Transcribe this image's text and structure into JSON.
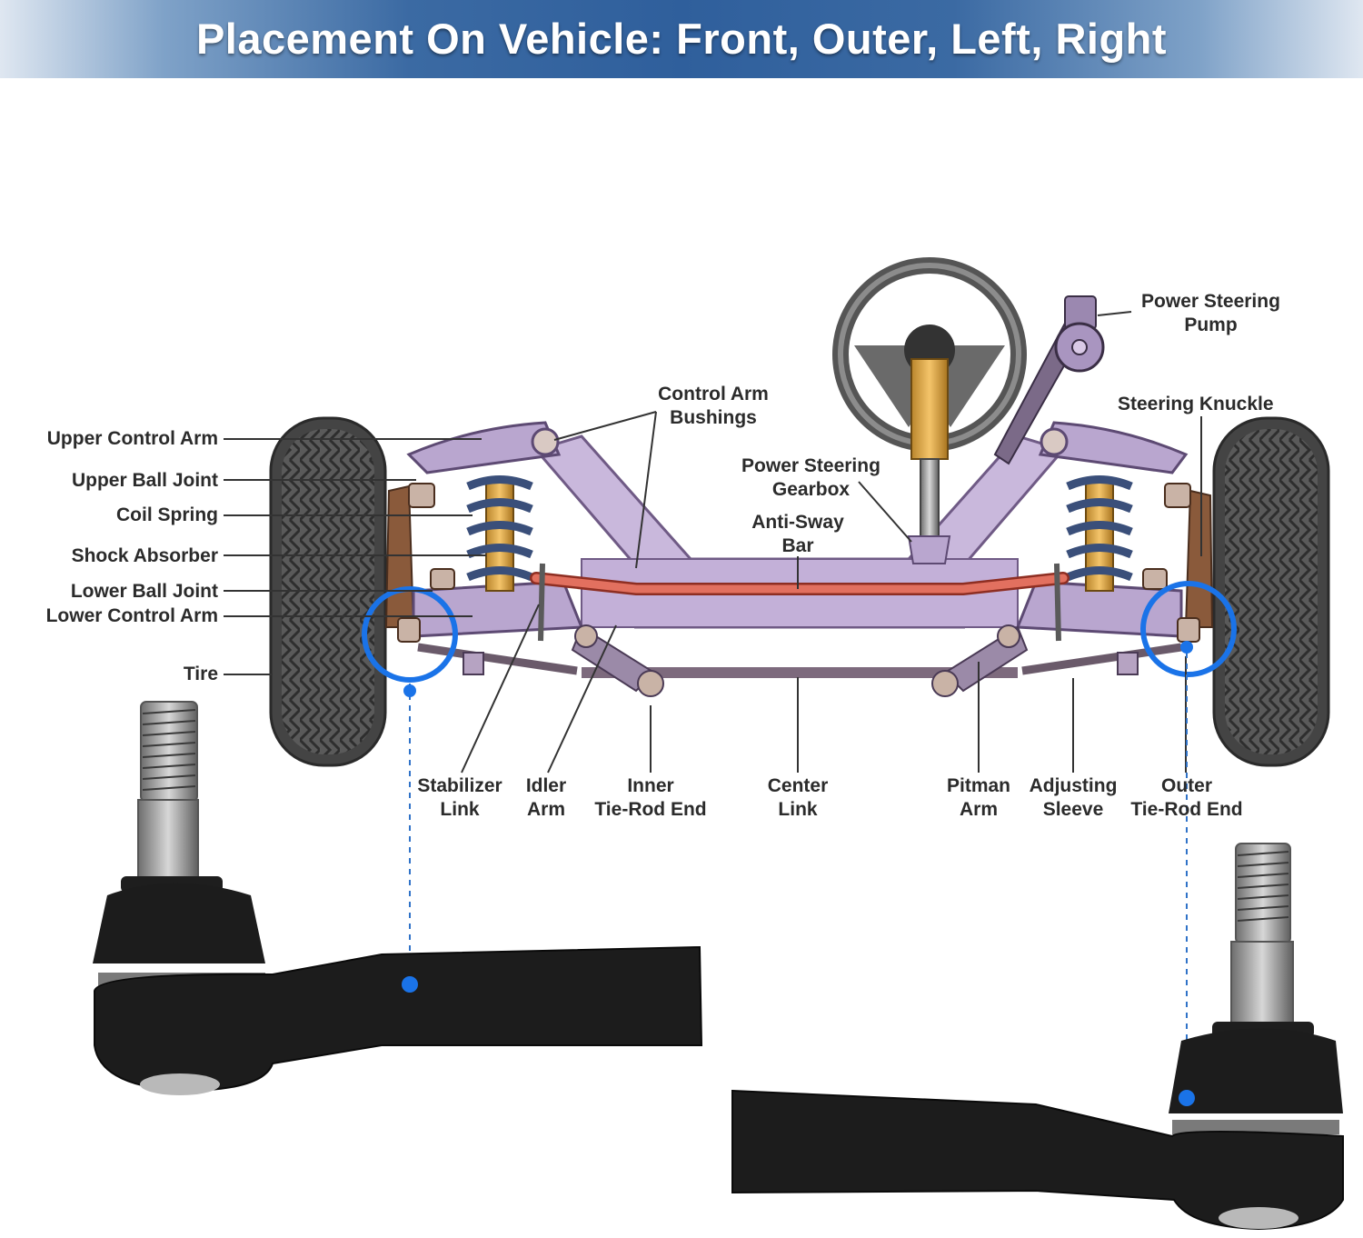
{
  "header": {
    "title": "Placement On Vehicle: Front, Outer, Left, Right"
  },
  "labels": {
    "upper_control_arm": "Upper Control Arm",
    "upper_ball_joint": "Upper Ball Joint",
    "coil_spring": "Coil Spring",
    "shock_absorber": "Shock Absorber",
    "lower_ball_joint": "Lower Ball Joint",
    "lower_control_arm": "Lower Control Arm",
    "tire": "Tire",
    "control_arm_bushings_1": "Control Arm",
    "control_arm_bushings_2": "Bushings",
    "power_steering_gearbox_1": "Power Steering",
    "power_steering_gearbox_2": "Gearbox",
    "anti_sway_bar_1": "Anti-Sway",
    "anti_sway_bar_2": "Bar",
    "power_steering_pump_1": "Power Steering",
    "power_steering_pump_2": "Pump",
    "steering_knuckle": "Steering Knuckle",
    "stabilizer_link_1": "Stabilizer",
    "stabilizer_link_2": "Link",
    "idler_arm_1": "Idler",
    "idler_arm_2": "Arm",
    "inner_tie_rod_end_1": "Inner",
    "inner_tie_rod_end_2": "Tie-Rod End",
    "center_link_1": "Center",
    "center_link_2": "Link",
    "pitman_arm_1": "Pitman",
    "pitman_arm_2": "Arm",
    "adjusting_sleeve_1": "Adjusting",
    "adjusting_sleeve_2": "Sleeve",
    "outer_tie_rod_end_1": "Outer",
    "outer_tie_rod_end_2": "Tie-Rod End"
  },
  "colors": {
    "banner": "#2f5f9c",
    "frame": "#c9b8dc",
    "anti_sway_bar": "#e2705f",
    "highlight_circle": "#1a73e8",
    "tire": "#4a4a4a",
    "part_body": "#1c1c1c"
  }
}
